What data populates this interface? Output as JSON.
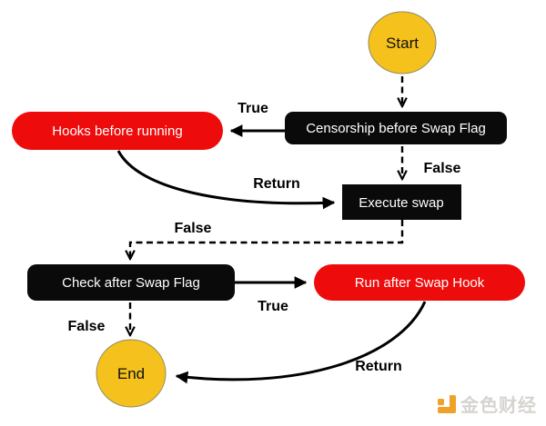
{
  "colors": {
    "node_black": "#0a0a0a",
    "node_red": "#ee0b0b",
    "node_gold": "#f5c11d",
    "gold_border": "#8f8b62",
    "text_light": "#ffffff",
    "text_dark": "#111111",
    "watermark_icon": "#f0a128",
    "watermark_text": "#d7d3cf"
  },
  "nodes": {
    "start": "Start",
    "censorship": "Censorship before Swap Flag",
    "hooks_before": "Hooks before running",
    "execute_swap": "Execute swap",
    "check_after": "Check after Swap Flag",
    "run_after": "Run after Swap Hook",
    "end": "End"
  },
  "edge_labels": {
    "true_top": "True",
    "false_top": "False",
    "return_top": "Return",
    "false_mid": "False",
    "true_bottom": "True",
    "false_bottom": "False",
    "return_bottom": "Return"
  },
  "watermark": {
    "text": "金色财经"
  }
}
